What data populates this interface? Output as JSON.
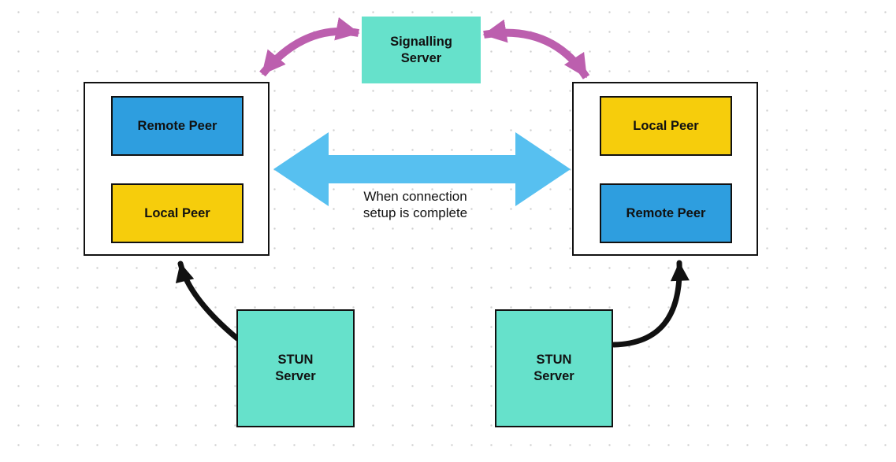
{
  "colors": {
    "teal": "#66E1CB",
    "peer_blue": "#2E9EDF",
    "peer_yellow": "#F6CD0C",
    "magenta": "#BC5FAE",
    "arrow_blue": "#57C0F0",
    "ink": "#111111",
    "dot_grid": "#CFCFCF",
    "background": "#FFFFFF"
  },
  "nodes": {
    "signalling": {
      "label": "Signalling\nServer"
    },
    "left_group": {
      "top_label": "Remote Peer",
      "bottom_label": "Local Peer"
    },
    "right_group": {
      "top_label": "Local Peer",
      "bottom_label": "Remote Peer"
    },
    "stun_left": {
      "label": "STUN\nServer"
    },
    "stun_right": {
      "label": "STUN\nServer"
    }
  },
  "annotations": {
    "connection_note": "When connection\nsetup is complete"
  },
  "arrow_semantics": {
    "signalling_left": "bidirectional signalling between left peer group and signalling server",
    "signalling_right": "bidirectional signalling between right peer group and signalling server",
    "peer_connection": "bidirectional media path between peers when connection setup is complete",
    "stun_left": "left STUN server to left peer group",
    "stun_right": "right STUN server to right peer group"
  }
}
